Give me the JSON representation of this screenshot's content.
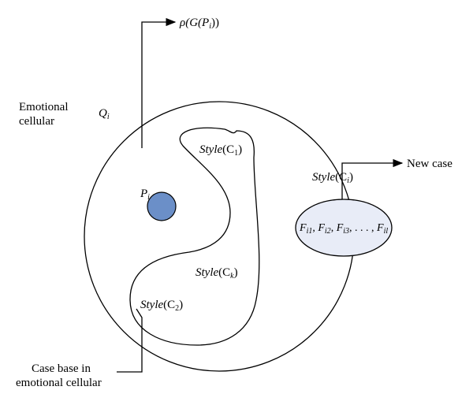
{
  "labels": {
    "rho": "ρ(G(",
    "rho_var": "P",
    "rho_sub": "i",
    "rho_end": "))",
    "emotional_line1": "Emotional",
    "emotional_line2": "cellular",
    "q_var": "Q",
    "q_sub": "i",
    "p_var": "P",
    "p_sub": "i",
    "style_word": "Style",
    "c1": "(C",
    "c1_sub": "1",
    "ck": "(C",
    "ck_sub": "k",
    "c2": "(C",
    "c2_sub": "2",
    "ci": "(C",
    "ci_sub": "i",
    "close_paren": ")",
    "new_case": "New case",
    "case_base_line1": "Case base in",
    "case_base_line2": "emotional cellular",
    "features": "F",
    "f_sub1": "i1",
    "f_sub2": "i2",
    "f_sub3": "i3",
    "f_subl": "il",
    "comma": ", ",
    "ellipsis": ". . . ",
    "f_comma_sep": ", "
  },
  "colors": {
    "point_fill": "#6b8fc8",
    "ellipse_fill": "#e8ecf7",
    "stroke": "#000000"
  }
}
